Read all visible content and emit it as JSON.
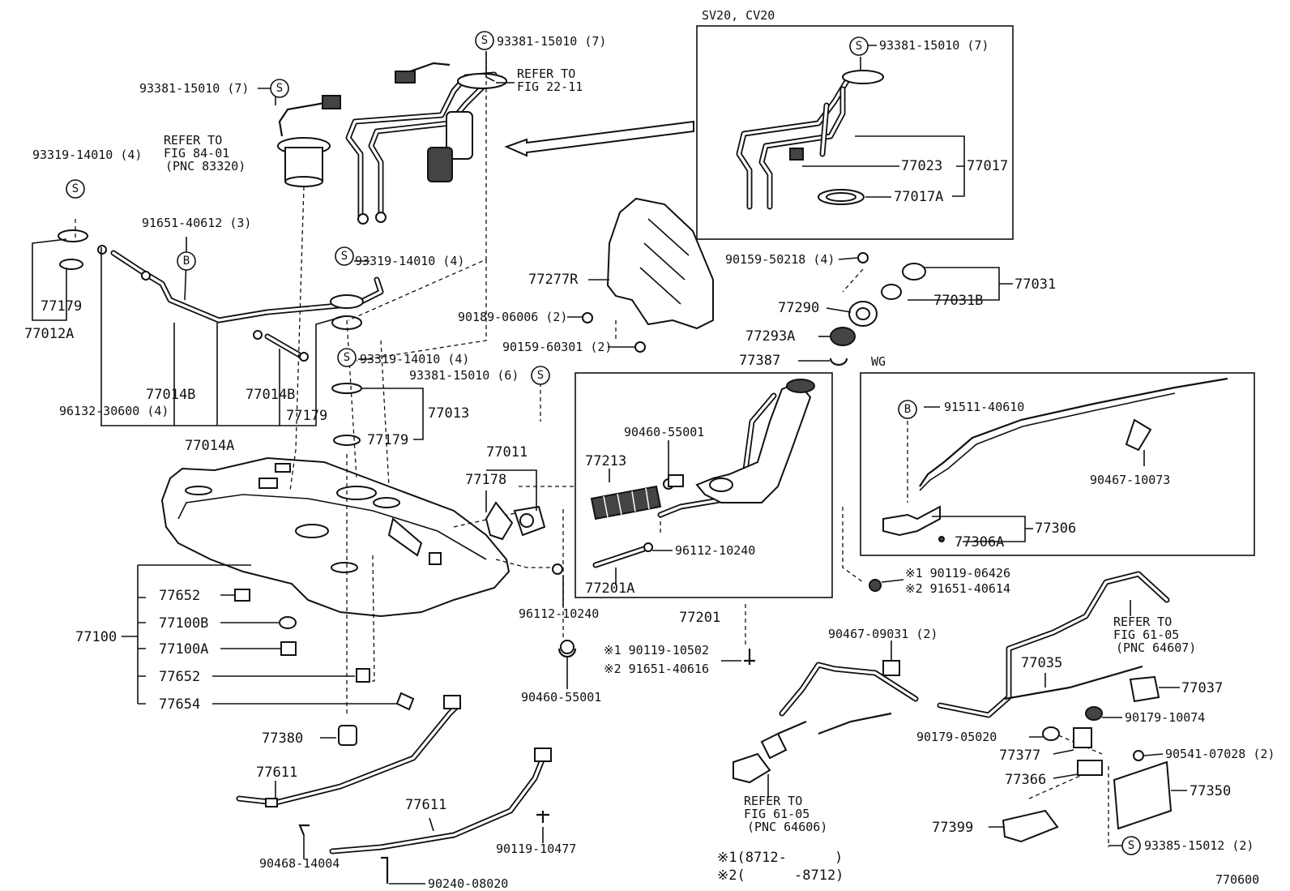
{
  "callouts": {
    "c01": "93381-15010 (7)",
    "c02": "REFER TO",
    "c03": "FIG 22-11",
    "c04": "93381-15010 (7)",
    "c05": "REFER TO",
    "c06": "FIG 84-01",
    "c07": "(PNC 83320)",
    "c08": "93319-14010 (4)",
    "c09": "91651-40612 (3)",
    "c10": "93319-14010 (4)",
    "c11": "77179",
    "c12": "77012A",
    "c13": "77014B",
    "c14": "77014B",
    "c15": "77179",
    "c16": "96132-30600 (4)",
    "c17": "77014A",
    "c18": "93319-14010 (4)",
    "c19": "93381-15010 (6)",
    "c20": "77013",
    "c21": "77179",
    "c22": "77011",
    "c23": "77178",
    "c24": "77277R",
    "c25": "90189-06006 (2)",
    "c26": "90159-60301 (2)",
    "c27": "SV20, CV20",
    "c28": "93381-15010 (7)",
    "c29": "77023",
    "c30": "77017",
    "c31": "77017A",
    "c32": "90159-50218 (4)",
    "c33": "77031",
    "c34": "77031B",
    "c35": "77290",
    "c36": "77293A",
    "c37": "77387",
    "c38": "WG",
    "c39": "91511-40610",
    "c40": "90467-10073",
    "c41": "77306",
    "c42": "77306A",
    "c43": "90460-55001",
    "c44": "77213",
    "c45": "96112-10240",
    "c46": "77201A",
    "c47": "77201",
    "c48": "96112-10240",
    "c49": "※1 90119-10502",
    "c50": "※2 91651-40616",
    "c51": "90460-55001",
    "c52": "※1 90119-06426",
    "c53": "※2 91651-40614",
    "c54": "77652",
    "c55": "77100B",
    "c56": "77100",
    "c57": "77100A",
    "c58": "77652",
    "c59": "77654",
    "c60": "77380",
    "c61": "77611",
    "c62": "77611",
    "c63": "90119-10477",
    "c64": "90468-14004",
    "c65": "90240-08020",
    "c66": "90467-09031 (2)",
    "c67": "REFER TO",
    "c68": "FIG 61-05",
    "c69": "(PNC 64607)",
    "c70": "77035",
    "c71": "77037",
    "c72": "90179-10074",
    "c73": "90179-05020",
    "c74": "90541-07028 (2)",
    "c75": "77377",
    "c76": "77366",
    "c77": "77350",
    "c78": "77399",
    "c79": "93385-15012 (2)",
    "c80": "REFER TO",
    "c81": "FIG 61-05",
    "c82": "(PNC 64606)",
    "c83": "※1(8712-",
    "c84": ")",
    "c85": "※2(",
    "c86": "-8712)",
    "c87": "770600"
  },
  "symbols": {
    "s_letter": "S",
    "b_letter": "B"
  }
}
